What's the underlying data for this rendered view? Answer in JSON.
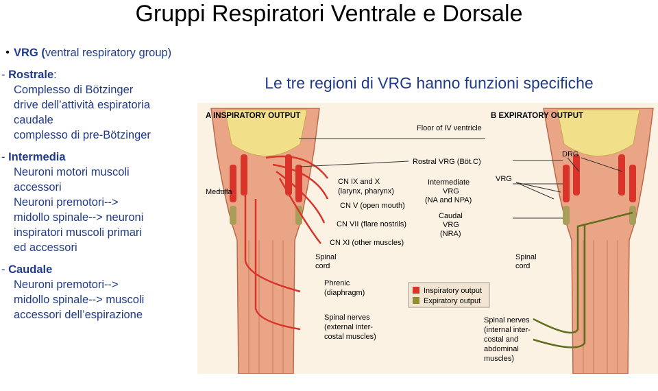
{
  "title": "Gruppi Respiratori Ventrale e Dorsale",
  "left_panel": {
    "bullet_strong": "VRG (",
    "bullet_rest": "ventral respiratory group)",
    "sections": [
      {
        "prefix": "- ",
        "heading": "Rostrale",
        "suffix": ":",
        "lines": [
          "Complesso di Bötzinger",
          "drive dell’attività espiratoria",
          "caudale",
          "complesso di pre-Bötzinger"
        ]
      },
      {
        "prefix": "- ",
        "heading": "Intermedia",
        "suffix": "",
        "lines": [
          "Neuroni motori muscoli",
          "accessori",
          "Neuroni premotori-->",
          "midollo spinale--> neuroni",
          "inspiratori muscoli primari",
          "ed accessori"
        ]
      },
      {
        "prefix": "- ",
        "heading": "Caudale",
        "suffix": "",
        "lines": [
          "Neuroni premotori-->",
          "midollo spinale--> muscoli",
          "accessori dell’espirazione"
        ]
      }
    ]
  },
  "subtitle": "Le tre regioni di VRG hanno funzioni specifiche",
  "figure": {
    "panel_a": "A  INSPIRATORY OUTPUT",
    "panel_b": "B  EXPIRATORY OUTPUT",
    "medulla": "Medulla",
    "floor": "Floor of IV ventricle",
    "rostral_vrg": "Rostral VRG (Böt.C)",
    "drg": "DRG",
    "vrg": "VRG",
    "intermediate_vrg": [
      "Intermediate",
      "VRG",
      "(NA and NPA)"
    ],
    "caudal_vrg": [
      "Caudal",
      "VRG",
      "(NRA)"
    ],
    "cn_ix_x": [
      "CN IX and X",
      "(larynx, pharynx)"
    ],
    "cn_v": "CN V (open mouth)",
    "cn_vii": "CN VII (flare nostrils)",
    "cn_xi": "CN XI (other muscles)",
    "spinal_cord_left": [
      "Spinal",
      "cord"
    ],
    "spinal_cord_right": [
      "Spinal",
      "cord"
    ],
    "phrenic": [
      "Phrenic",
      "(diaphragm)"
    ],
    "legend": [
      "Inspiratory output",
      "Expiratory output"
    ],
    "spinal_nerves_left": [
      "Spinal nerves",
      "(external inter-",
      "costal muscles)"
    ],
    "spinal_nerves_right": [
      "Spinal nerves",
      "(internal inter-",
      "costal and",
      "abdominal",
      "muscles)"
    ],
    "colors": {
      "inspiratory": "#d8342a",
      "expiratory": "#8f8f2e",
      "tissue": "#eaa586",
      "yellow": "#f2df8a"
    }
  }
}
